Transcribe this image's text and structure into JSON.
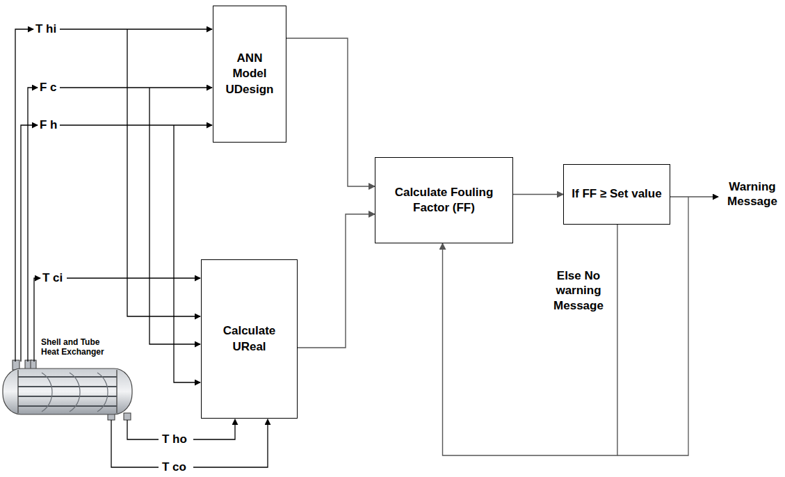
{
  "diagram": {
    "nodes": [
      {
        "text": [
          "ANN Model UDesign"
        ]
      },
      {
        "text": [
          "Calculate UReal"
        ]
      },
      {
        "text": [
          "Calculate Fouling Factor (FF)"
        ]
      },
      {
        "text": [
          "If FF ≥ Set value"
        ]
      }
    ],
    "edges": [
      {
        "from": 0,
        "to": 2,
        "arrow": "to"
      },
      {
        "from": 1,
        "to": 2,
        "arrow": "to"
      },
      {
        "from": 2,
        "to": 3,
        "arrow": "to"
      },
      {
        "from": 3,
        "to": 2,
        "arrow": "to"
      }
    ],
    "labels": [
      "T hi",
      "F c",
      "F h",
      "T ci",
      "Shell and Tube Heat Exchanger",
      "T ho",
      "T co",
      "Warning Message",
      "Else No warning Message"
    ]
  }
}
